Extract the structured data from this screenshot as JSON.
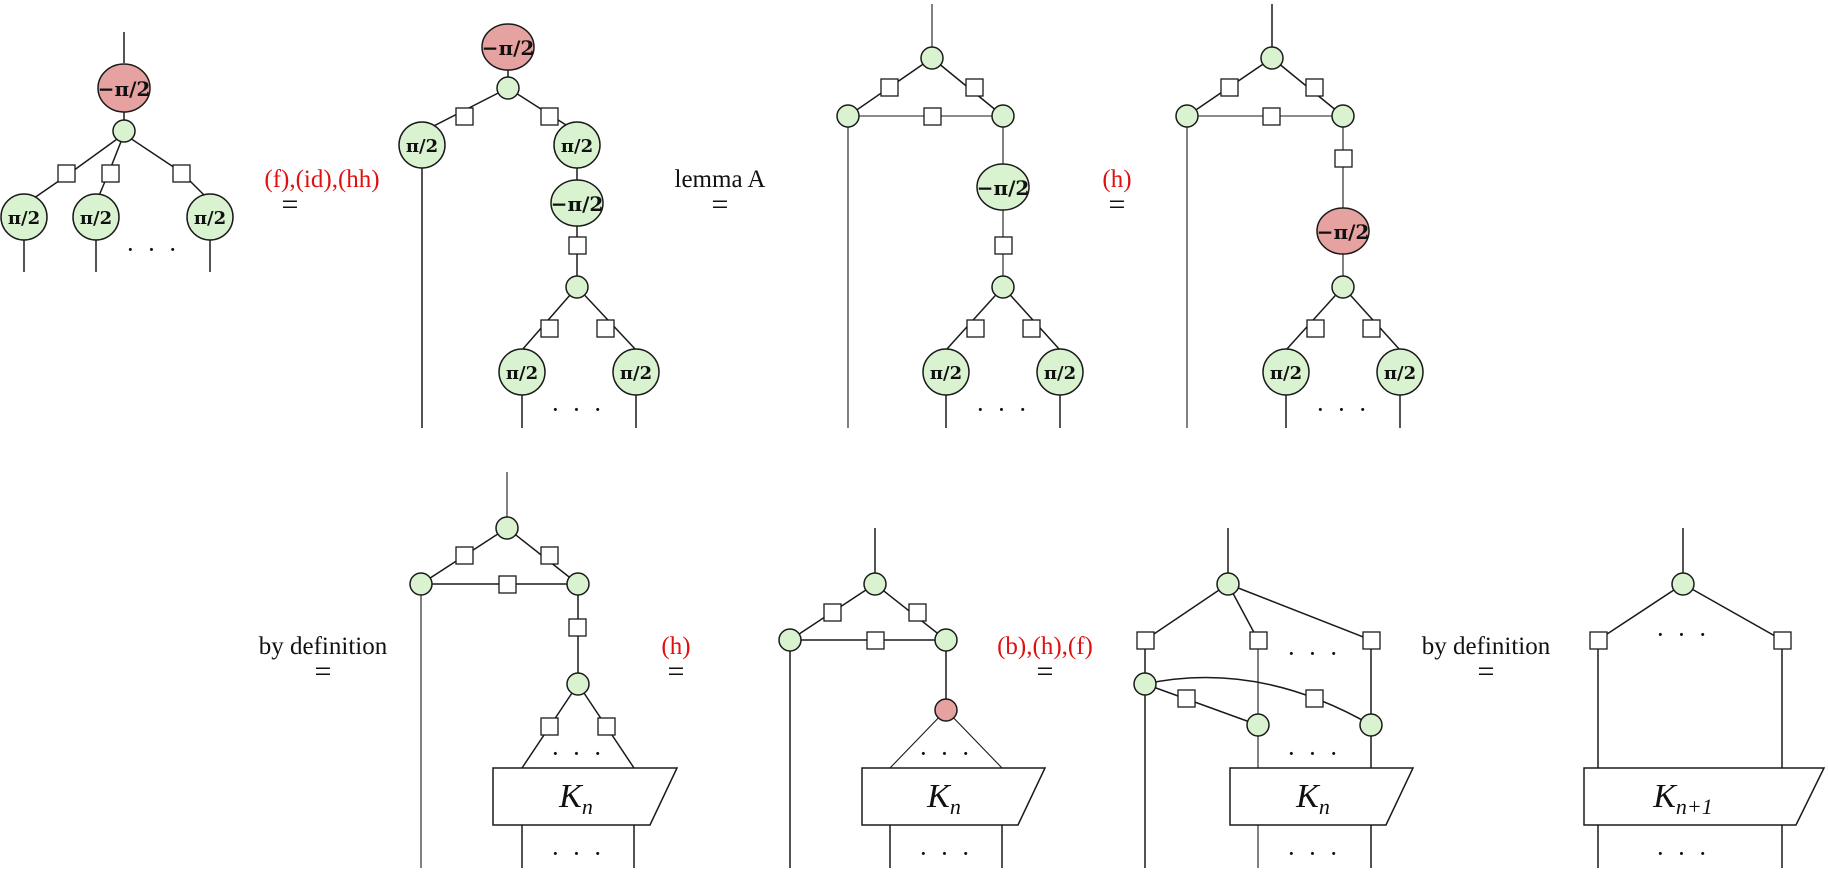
{
  "equalities": {
    "row1_step1": "(f),(id),(hh)",
    "row1_step2": "lemma A",
    "row1_step3": "(h)",
    "row2_step1": "by definition",
    "row2_step2": "(h)",
    "row2_step3": "(b),(h),(f)",
    "row2_step4": "by definition",
    "sign": "="
  },
  "phases": {
    "half_pi": "π/2",
    "minus_half_pi": "−π/2"
  },
  "boxes": {
    "k_base": "K",
    "k_n_sub": "n",
    "k_np1_sub": "n+1"
  },
  "ellipsis": "· · ·",
  "colors": {
    "green_spider": "#d9f2d0",
    "red_spider": "#e6a1a1",
    "rewrite_label_red": "#e01010"
  }
}
